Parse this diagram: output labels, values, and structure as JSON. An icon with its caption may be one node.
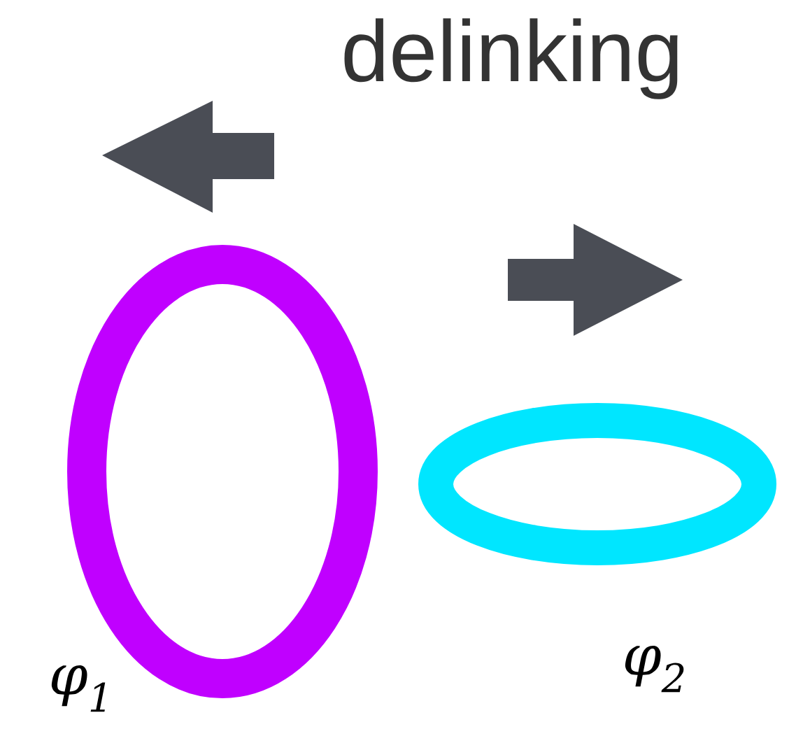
{
  "diagram": {
    "title": "delinking",
    "nodes": [
      {
        "text": [],
        "shape": "circle",
        "beside": [
          "φ$_{1}$"
        ]
      },
      {
        "text": [],
        "shape": "circle",
        "beside": [
          "φ$_{2}$"
        ]
      }
    ]
  }
}
